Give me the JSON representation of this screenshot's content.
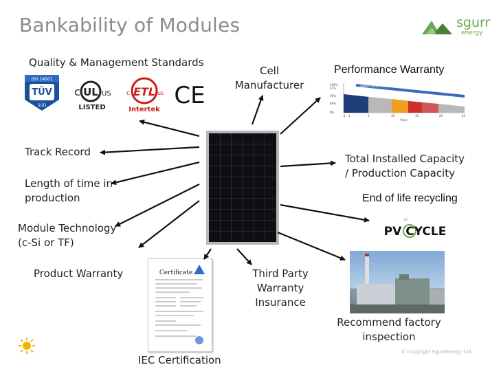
{
  "title": "Bankability of Modules",
  "logo": {
    "name": "sgurr",
    "sub": "energy"
  },
  "labels": {
    "quality": "Quality & Management Standards",
    "cell_line1": "Cell",
    "cell_line2": "Manufacturer",
    "performance": "Performance Warranty",
    "track_record": "Track Record",
    "length_line1": "Length of time in",
    "length_line2": "production",
    "module_tech_line1": "Module Technology",
    "module_tech_line2": "(c-Si or TF)",
    "product_warranty": "Product Warranty",
    "capacity_line1": "Total Installed Capacity",
    "capacity_line2": "/ Production Capacity",
    "recycling": "End of life recycling",
    "third_party_line1": "Third Party",
    "third_party_line2": "Warranty",
    "third_party_line3": "Insurance",
    "factory_line1": "Recommend factory",
    "factory_line2": "inspection",
    "iec": "IEC Certification"
  },
  "logos": {
    "tuv_top": "ISO 14001",
    "tuv_main": "TÜV",
    "tuv_sub": "SÜD",
    "ul_top": "c",
    "ul_main": "UL",
    "ul_us": "US",
    "ul_listed": "LISTED",
    "etl_main": "ETL",
    "etl_c": "c",
    "etl_us": "us",
    "etl_intertek": "Intertek",
    "ce": "CE",
    "pv_top": "PV",
    "pv_main": "PV CYCLE",
    "certificate": "Certificate"
  },
  "performance_chart": {
    "banner": "ADDED VALUE FROM WARRANTY",
    "yticks": [
      "100%",
      "97%",
      "90%",
      "80%",
      "0%"
    ],
    "xticks": [
      "0",
      "1",
      "5",
      "10",
      "15",
      "20",
      "25"
    ],
    "xlabel": "Years"
  },
  "copyright": "© Copyright SgurrEnergy Ltd.",
  "colors": {
    "title": "#8c8c8c",
    "brand_green": "#6aa84f",
    "arrow": "#111111",
    "panel_frame": "#b7b7b7",
    "panel_cell": "#0e0e14"
  }
}
